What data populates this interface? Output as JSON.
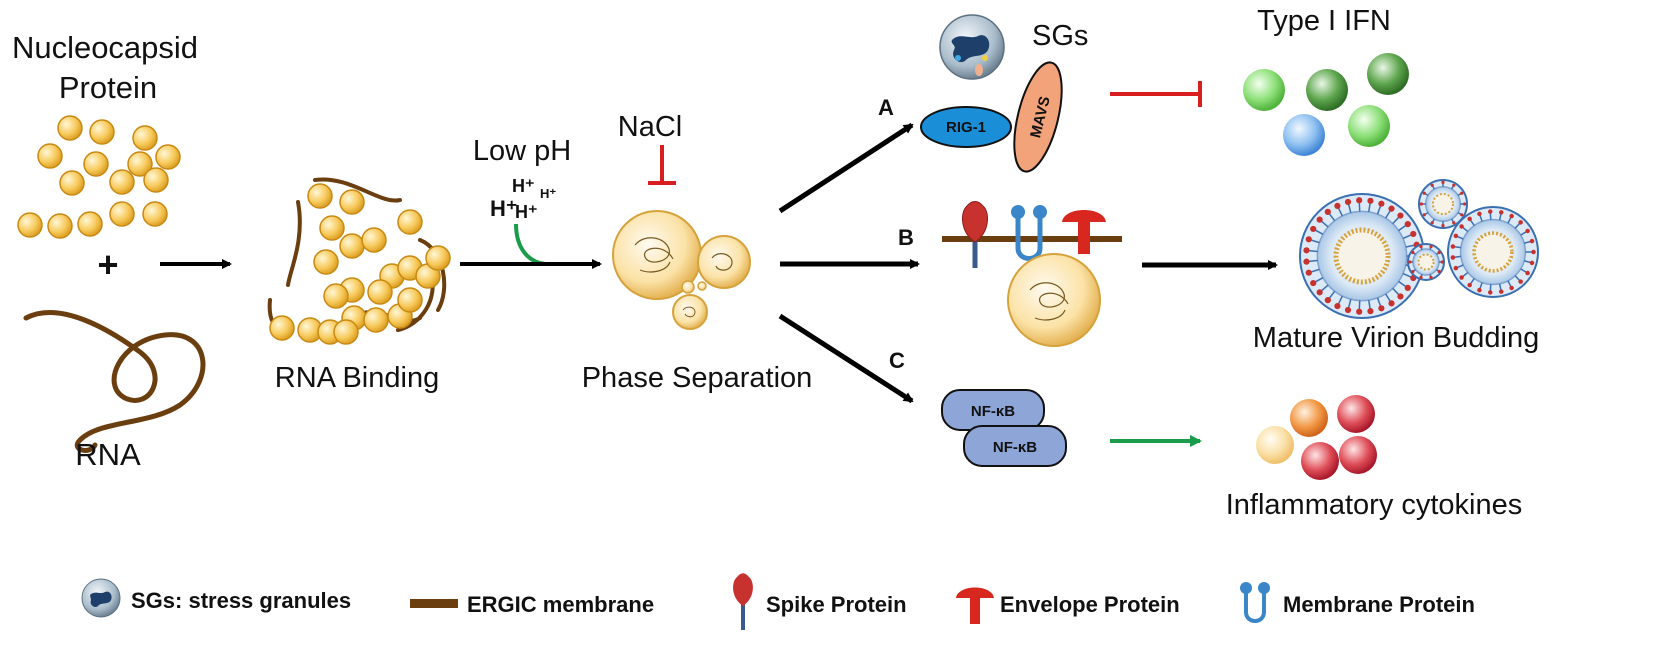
{
  "labels": {
    "nucleocapsid_line1": "Nucleocapsid",
    "nucleocapsid_line2": "Protein",
    "plus": "+",
    "rna": "RNA",
    "rna_binding": "RNA Binding",
    "low_ph": "Low pH",
    "h1": "H⁺",
    "h2": "H⁺",
    "h3": "H⁺",
    "h4": "H⁺",
    "nacl": "NaCl",
    "phase_separation": "Phase Separation",
    "path_a": "A",
    "path_b": "B",
    "path_c": "C",
    "sgs": "SGs",
    "rig1": "RIG-1",
    "mavs": "MAVS",
    "type1_ifn": "Type I IFN",
    "mature_virion": "Mature Virion Budding",
    "nfkb_1": "NF-κB",
    "nfkb_2": "NF-κB",
    "inflammatory": "Inflammatory cytokines"
  },
  "legend": [
    {
      "key": "sg",
      "text": "SGs: stress granules"
    },
    {
      "key": "ergic",
      "text": "ERGIC membrane"
    },
    {
      "key": "spike",
      "text": "Spike Protein"
    },
    {
      "key": "envelope",
      "text": "Envelope Protein"
    },
    {
      "key": "membrane",
      "text": "Membrane Protein"
    }
  ],
  "colors": {
    "nucleocapsid": "#f5c04a",
    "rna": "#6b3e10",
    "activation_arrow": "#1a9c4a",
    "inhibition": "#d81e1e",
    "rig1": "#1a8fd8",
    "mavs": "#f3a37a",
    "nfkb": "#8ea5d8",
    "spike": "#c8322e",
    "membrane_protein": "#3a86c8",
    "envelope": "#d8271e"
  }
}
